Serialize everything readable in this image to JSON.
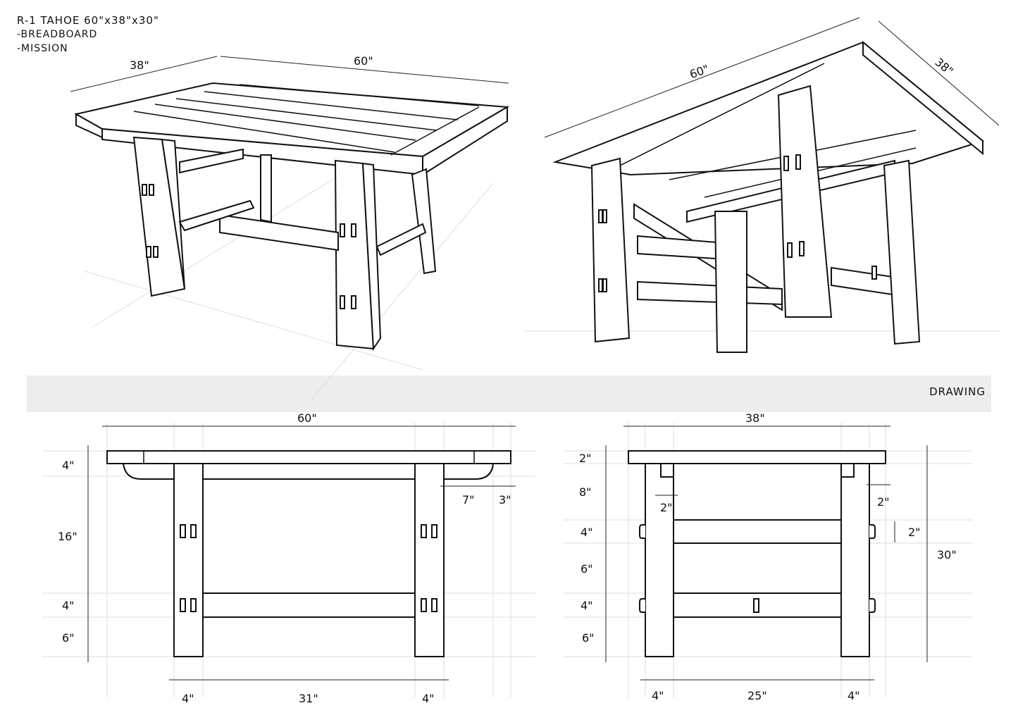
{
  "title": {
    "line1": "R-1 TAHOE  60\"x38\"x30\"",
    "line2": "-BREADBOARD",
    "line3": "-MISSION"
  },
  "section_label": "DRAWING",
  "perspective_left": {
    "width": "38\"",
    "length": "60\""
  },
  "perspective_right": {
    "length": "60\"",
    "width": "38\""
  },
  "front_view": {
    "overall_length": "60\"",
    "top_thickness": "4\"",
    "apron_drop": "16\"",
    "stretcher": "4\"",
    "stretcher_to_floor": "6\"",
    "overhang_inner": "7\"",
    "overhang_outer": "3\"",
    "leg_left": "4\"",
    "between_legs": "31\"",
    "leg_right": "4\""
  },
  "side_view": {
    "overall_width": "38\"",
    "top_thickness": "2\"",
    "upper_gap": "8\"",
    "upper_rail": "4\"",
    "middle_gap": "6\"",
    "lower_rail": "4\"",
    "lower_to_floor": "6\"",
    "cleat_left": "2\"",
    "cleat_right": "2\"",
    "tenon": "2\"",
    "overall_height": "30\"",
    "leg_left": "4\"",
    "between_legs": "25\"",
    "leg_right": "4\""
  }
}
